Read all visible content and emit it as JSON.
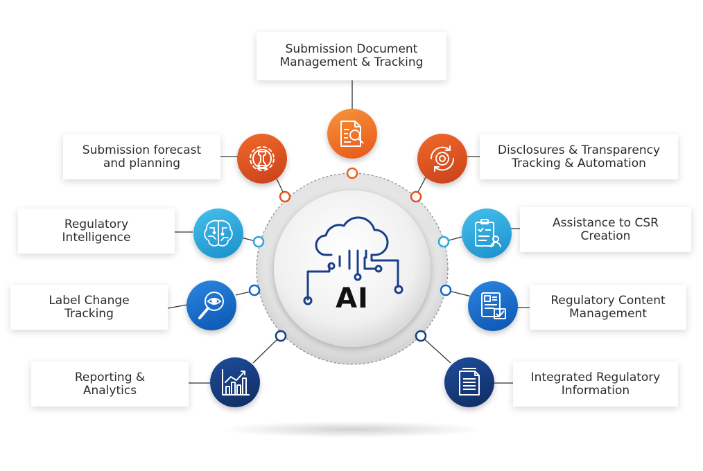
{
  "center": {
    "label": "AI",
    "icon": "cloud-circuit-icon"
  },
  "colors": {
    "orange": "#ef5d1c",
    "cyan": "#2aa6de",
    "blue": "#1167c7",
    "navy": "#133a7c",
    "connector": "#333333",
    "dashed_ring": "#888888"
  },
  "nodes": [
    {
      "id": "submission-document",
      "label": "Submission Document\nManagement & Tracking",
      "icon": "document-search-icon",
      "color_group": "orange"
    },
    {
      "id": "submission-forecast",
      "label": "Submission forecast\nand planning",
      "icon": "gear-chess-icon",
      "color_group": "orange"
    },
    {
      "id": "disclosures",
      "label": "Disclosures & Transparency\nTracking & Automation",
      "icon": "gear-cycle-icon",
      "color_group": "orange"
    },
    {
      "id": "regulatory-intelligence",
      "label": "Regulatory\nIntelligence",
      "icon": "brain-circuit-icon",
      "color_group": "cyan"
    },
    {
      "id": "csr-creation",
      "label": "Assistance to CSR\nCreation",
      "icon": "clipboard-user-icon",
      "color_group": "cyan"
    },
    {
      "id": "label-change",
      "label": "Label Change\nTracking",
      "icon": "magnifier-eye-icon",
      "color_group": "blue"
    },
    {
      "id": "regulatory-content",
      "label": "Regulatory Content\nManagement",
      "icon": "document-check-icon",
      "color_group": "blue"
    },
    {
      "id": "reporting",
      "label": "Reporting &\nAnalytics",
      "icon": "chart-growth-icon",
      "color_group": "navy"
    },
    {
      "id": "integrated-info",
      "label": "Integrated Regulatory\nInformation",
      "icon": "document-list-icon",
      "color_group": "navy"
    }
  ]
}
